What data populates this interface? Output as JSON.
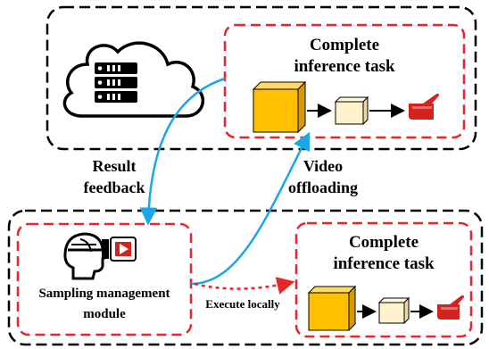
{
  "cloud_panel": {
    "task_title_line1": "Complete",
    "task_title_line2": "inference task"
  },
  "edge_panel": {
    "sampling_label_line1": "Sampling management",
    "sampling_label_line2": "module",
    "task_title_line1": "Complete",
    "task_title_line2": "inference task"
  },
  "flows": {
    "result_feedback_line1": "Result",
    "result_feedback_line2": "feedback",
    "video_offloading_line1": "Video",
    "video_offloading_line2": "offloading",
    "execute_locally": "Execute locally"
  },
  "colors": {
    "outer_border": "#000000",
    "inner_border": "#e8262a",
    "flow_arrow": "#1aa7e6",
    "local_arrow": "#e8262a",
    "cube_front": "#ffc000",
    "cube_top": "#ffd966",
    "cube_side": "#d99a00",
    "small_cube_front": "#fff2cc",
    "small_cube_top": "#fff8e1",
    "small_cube_side": "#e6d6a8",
    "hand": "#d4231f",
    "server": "#000000"
  },
  "icons": [
    "cloud-server-icon",
    "head-icon",
    "video-play-icon",
    "pointing-hand-icon"
  ]
}
